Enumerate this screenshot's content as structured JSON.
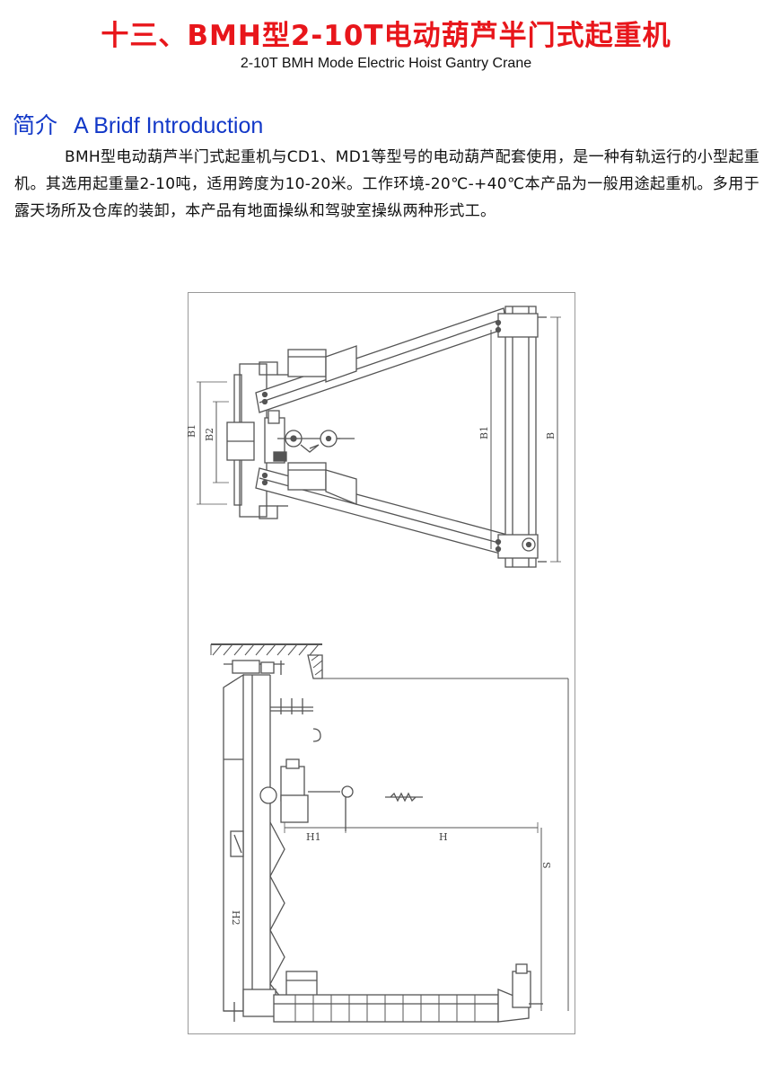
{
  "colors": {
    "title": "#e8161b",
    "heading": "#1238c8",
    "line": "#555555"
  },
  "header": {
    "title": "十三、BMH型2-10T电动葫芦半门式起重机",
    "subtitle": "2-10T BMH Mode Electric Hoist Gantry Crane"
  },
  "intro": {
    "heading_cn": "简介",
    "heading_en": "A Bridf Introduction",
    "body": "BMH型电动葫芦半门式起重机与CD1、MD1等型号的电动葫芦配套使用，是一种有轨运行的小型起重机。其选用起重量2-10吨，适用跨度为10-20米。工作环境-20℃-+40℃本产品为一般用途起重机。多用于露天场所及仓库的装卸，本产品有地面操纵和驾驶室操纵两种形式工。"
  },
  "drawing": {
    "plan_labels": [
      "B1",
      "B2",
      "B1",
      "B"
    ],
    "elevation_labels": [
      "H1",
      "H",
      "H2",
      "S"
    ]
  }
}
